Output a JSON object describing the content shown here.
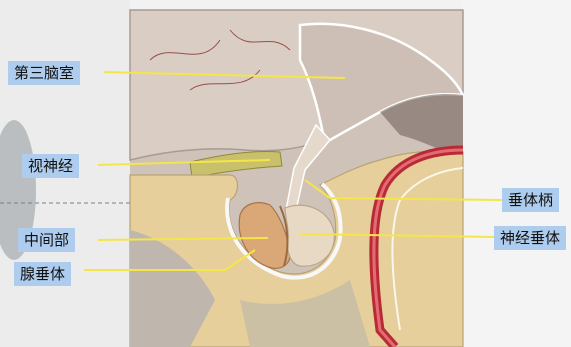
{
  "labels": {
    "third_ventricle": "第三脑室",
    "optic_nerve": "视神经",
    "pituitary_stalk": "垂体柄",
    "neurohypophysis": "神经垂体",
    "pars_intermedia": "中间部",
    "adenohypophysis": "腺垂体"
  },
  "colors": {
    "leader_line": "#f4e64a",
    "label_bg": "#aecdee",
    "bone": "#e3c995",
    "brain": "#d8ccc3",
    "vessel": "#c8323a",
    "gland_anterior": "#d9a876",
    "gland_posterior": "#e7d9c3"
  }
}
